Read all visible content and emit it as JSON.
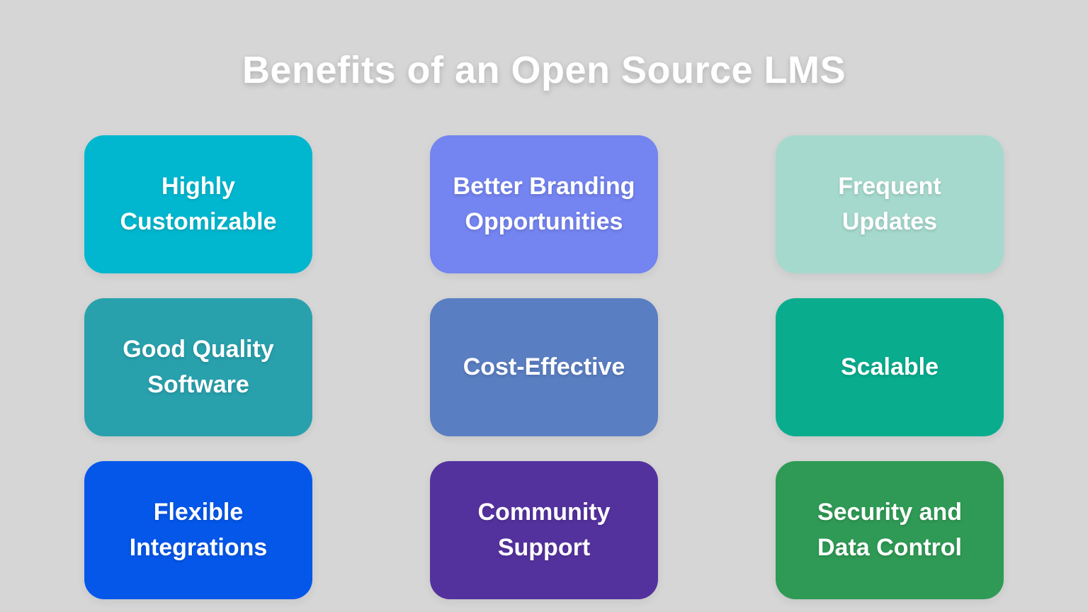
{
  "page": {
    "title": "Benefits of an Open Source LMS",
    "background_color": "#d6d6d6",
    "title_color": "#ffffff"
  },
  "cards": [
    {
      "label": "Highly\nCustomizable",
      "color": "#00b7cf"
    },
    {
      "label": "Better Branding\nOpportunities",
      "color": "#7484f0"
    },
    {
      "label": "Frequent\nUpdates",
      "color": "#a6d9cd"
    },
    {
      "label": "Good Quality\nSoftware",
      "color": "#28a1ad"
    },
    {
      "label": "Cost-Effective",
      "color": "#5a7ec2"
    },
    {
      "label": "Scalable",
      "color": "#09ad8e"
    },
    {
      "label": "Flexible\nIntegrations",
      "color": "#0557ea"
    },
    {
      "label": "Community\nSupport",
      "color": "#54329e"
    },
    {
      "label": "Security and\nData Control",
      "color": "#2f9a55"
    }
  ]
}
